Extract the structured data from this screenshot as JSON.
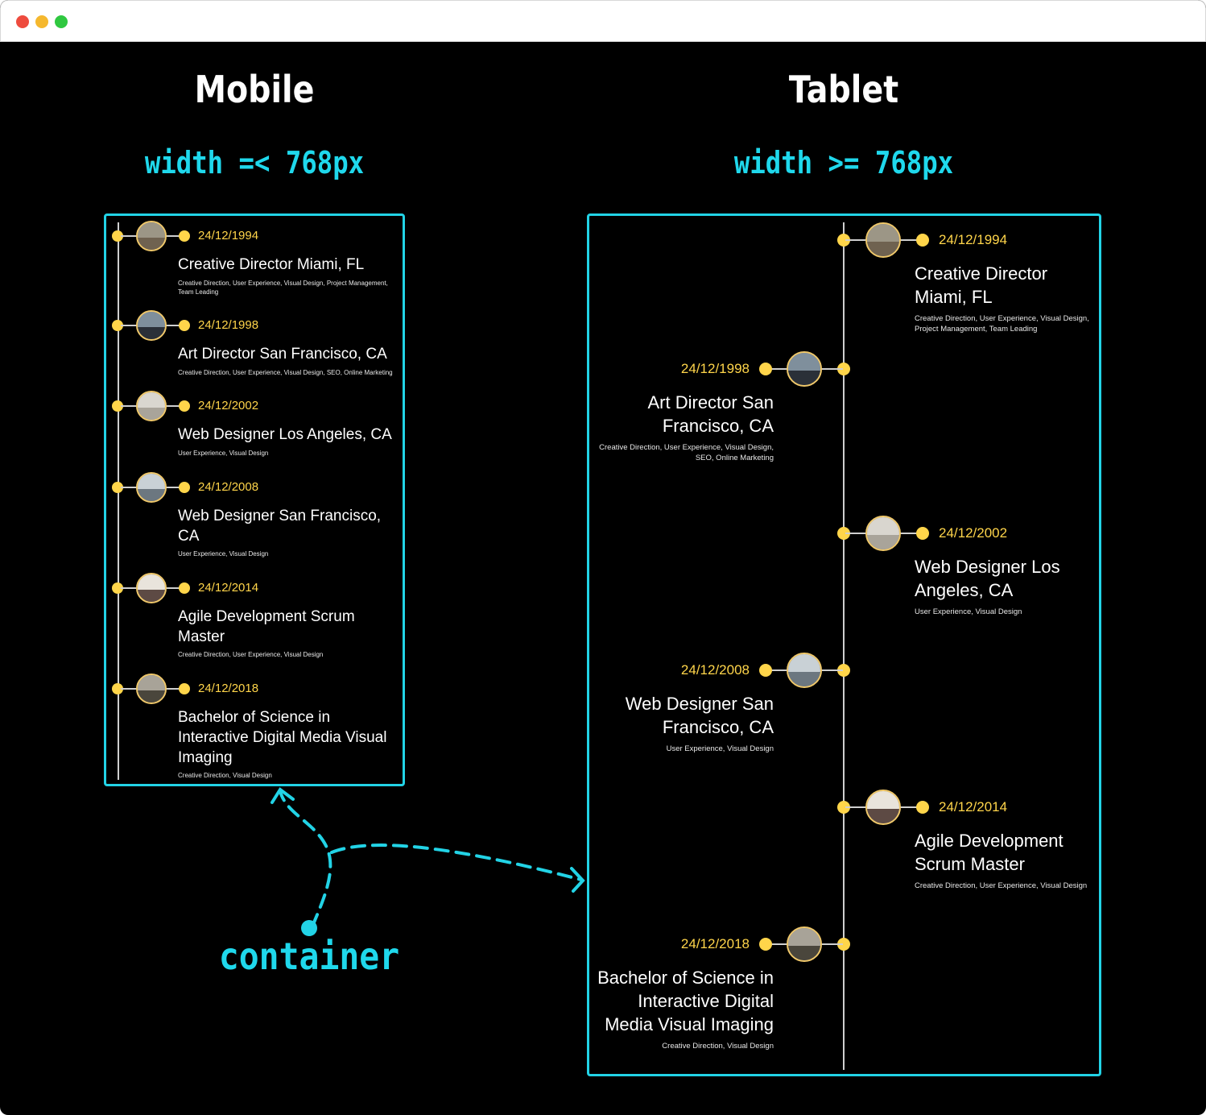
{
  "mobile": {
    "heading": "Mobile",
    "breakpoint": "width =< 768px",
    "items": [
      {
        "date": "24/12/1994",
        "title": "Creative Director Miami, FL",
        "desc": "Creative Direction, User Experience, Visual Design, Project Management, Team Leading"
      },
      {
        "date": "24/12/1998",
        "title": "Art Director San Francisco, CA",
        "desc": "Creative Direction, User Experience, Visual Design, SEO, Online Marketing"
      },
      {
        "date": "24/12/2002",
        "title": "Web Designer Los Angeles, CA",
        "desc": "User Experience, Visual Design"
      },
      {
        "date": "24/12/2008",
        "title": "Web Designer San Francisco, CA",
        "desc": "User Experience, Visual Design"
      },
      {
        "date": "24/12/2014",
        "title": "Agile Development Scrum Master",
        "desc": "Creative Direction, User Experience, Visual Design"
      },
      {
        "date": "24/12/2018",
        "title": "Bachelor of Science in Interactive Digital Media Visual Imaging",
        "desc": "Creative Direction, Visual Design"
      }
    ]
  },
  "tablet": {
    "heading": "Tablet",
    "breakpoint": "width >= 768px",
    "items": [
      {
        "date": "24/12/1994",
        "title": "Creative Director Miami, FL",
        "desc": "Creative Direction, User Experience, Visual Design, Project Management, Team Leading"
      },
      {
        "date": "24/12/1998",
        "title": "Art Director San Francisco, CA",
        "desc": "Creative Direction, User Experience, Visual Design, SEO, Online Marketing"
      },
      {
        "date": "24/12/2002",
        "title": "Web Designer Los Angeles, CA",
        "desc": "User Experience, Visual Design"
      },
      {
        "date": "24/12/2008",
        "title": "Web Designer San Francisco, CA",
        "desc": "User Experience, Visual Design"
      },
      {
        "date": "24/12/2014",
        "title": "Agile Development Scrum Master",
        "desc": "Creative Direction, User Experience, Visual Design"
      },
      {
        "date": "24/12/2018",
        "title": "Bachelor of Science in Interactive Digital Media Visual Imaging",
        "desc": "Creative Direction, Visual Design"
      }
    ]
  },
  "annotation": {
    "label": "container"
  },
  "colors": {
    "accent_cyan": "#22d3e6",
    "date_yellow": "#ffd54a",
    "background": "#000000",
    "window_close": "#ee4b3e",
    "window_minimize": "#f5b82e",
    "window_zoom": "#2fc840"
  },
  "icons": [
    "thumbnail-fog-icon",
    "thumbnail-car-icon",
    "thumbnail-building-icon",
    "thumbnail-bay-icon",
    "thumbnail-sunset-icon",
    "thumbnail-road-icon"
  ]
}
